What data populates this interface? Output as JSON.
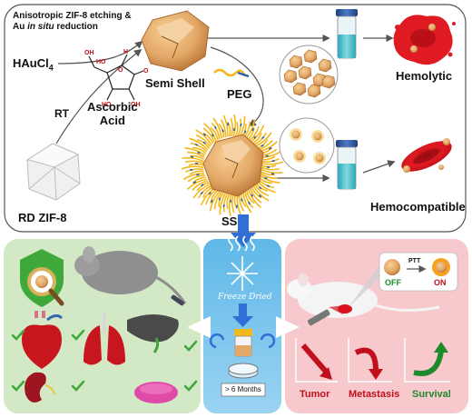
{
  "top_panel": {
    "synthesis_text": {
      "line1": "Anisotropic ZIF-8 etching &",
      "line2_pre": "Au ",
      "line2_italic": "in situ",
      "line2_post": " reduction"
    },
    "precursor": {
      "base": "HAuCl",
      "sub": "4"
    },
    "rt_label": "RT",
    "reductant": {
      "line1": "Ascorbic",
      "line2": "Acid"
    },
    "semi_shell_label": "Semi Shell",
    "peg_label": "PEG",
    "rd_zif_label": "RD ZIF-8",
    "ss_label": "SS",
    "hemolytic_label": "Hemolytic",
    "hemocompatible_label": "Hemocompatible"
  },
  "center_panel": {
    "freeze_dried_label": "Freeze Dried",
    "storage_label": "> 6 Months"
  },
  "right_panel": {
    "off_label": "OFF",
    "ptt_label": "PTT",
    "on_label": "ON",
    "tumor_label": "Tumor",
    "metastasis_label": "Metastasis",
    "survival_label": "Survival"
  },
  "colors": {
    "gold": "#e3a867",
    "gold_dark": "#c07a3a",
    "blood_red": "#d8131d",
    "green_panel": "#d3e8c4",
    "blue_panel": "#5fb8e8",
    "pink_panel": "#f7c8cc",
    "arrow_blue": "#2f6fd6",
    "check_green": "#3ea83a",
    "vial_liquid": "#63c9d3"
  },
  "icons": [
    "magnifier-shield-icon",
    "mouse-icon",
    "heart-icon",
    "liver-icon",
    "kidney-icon",
    "lungs-icon",
    "spleen-icon",
    "snowflake-icon",
    "vial-icon",
    "petri-dish-icon",
    "laser-icon",
    "check-icon"
  ]
}
